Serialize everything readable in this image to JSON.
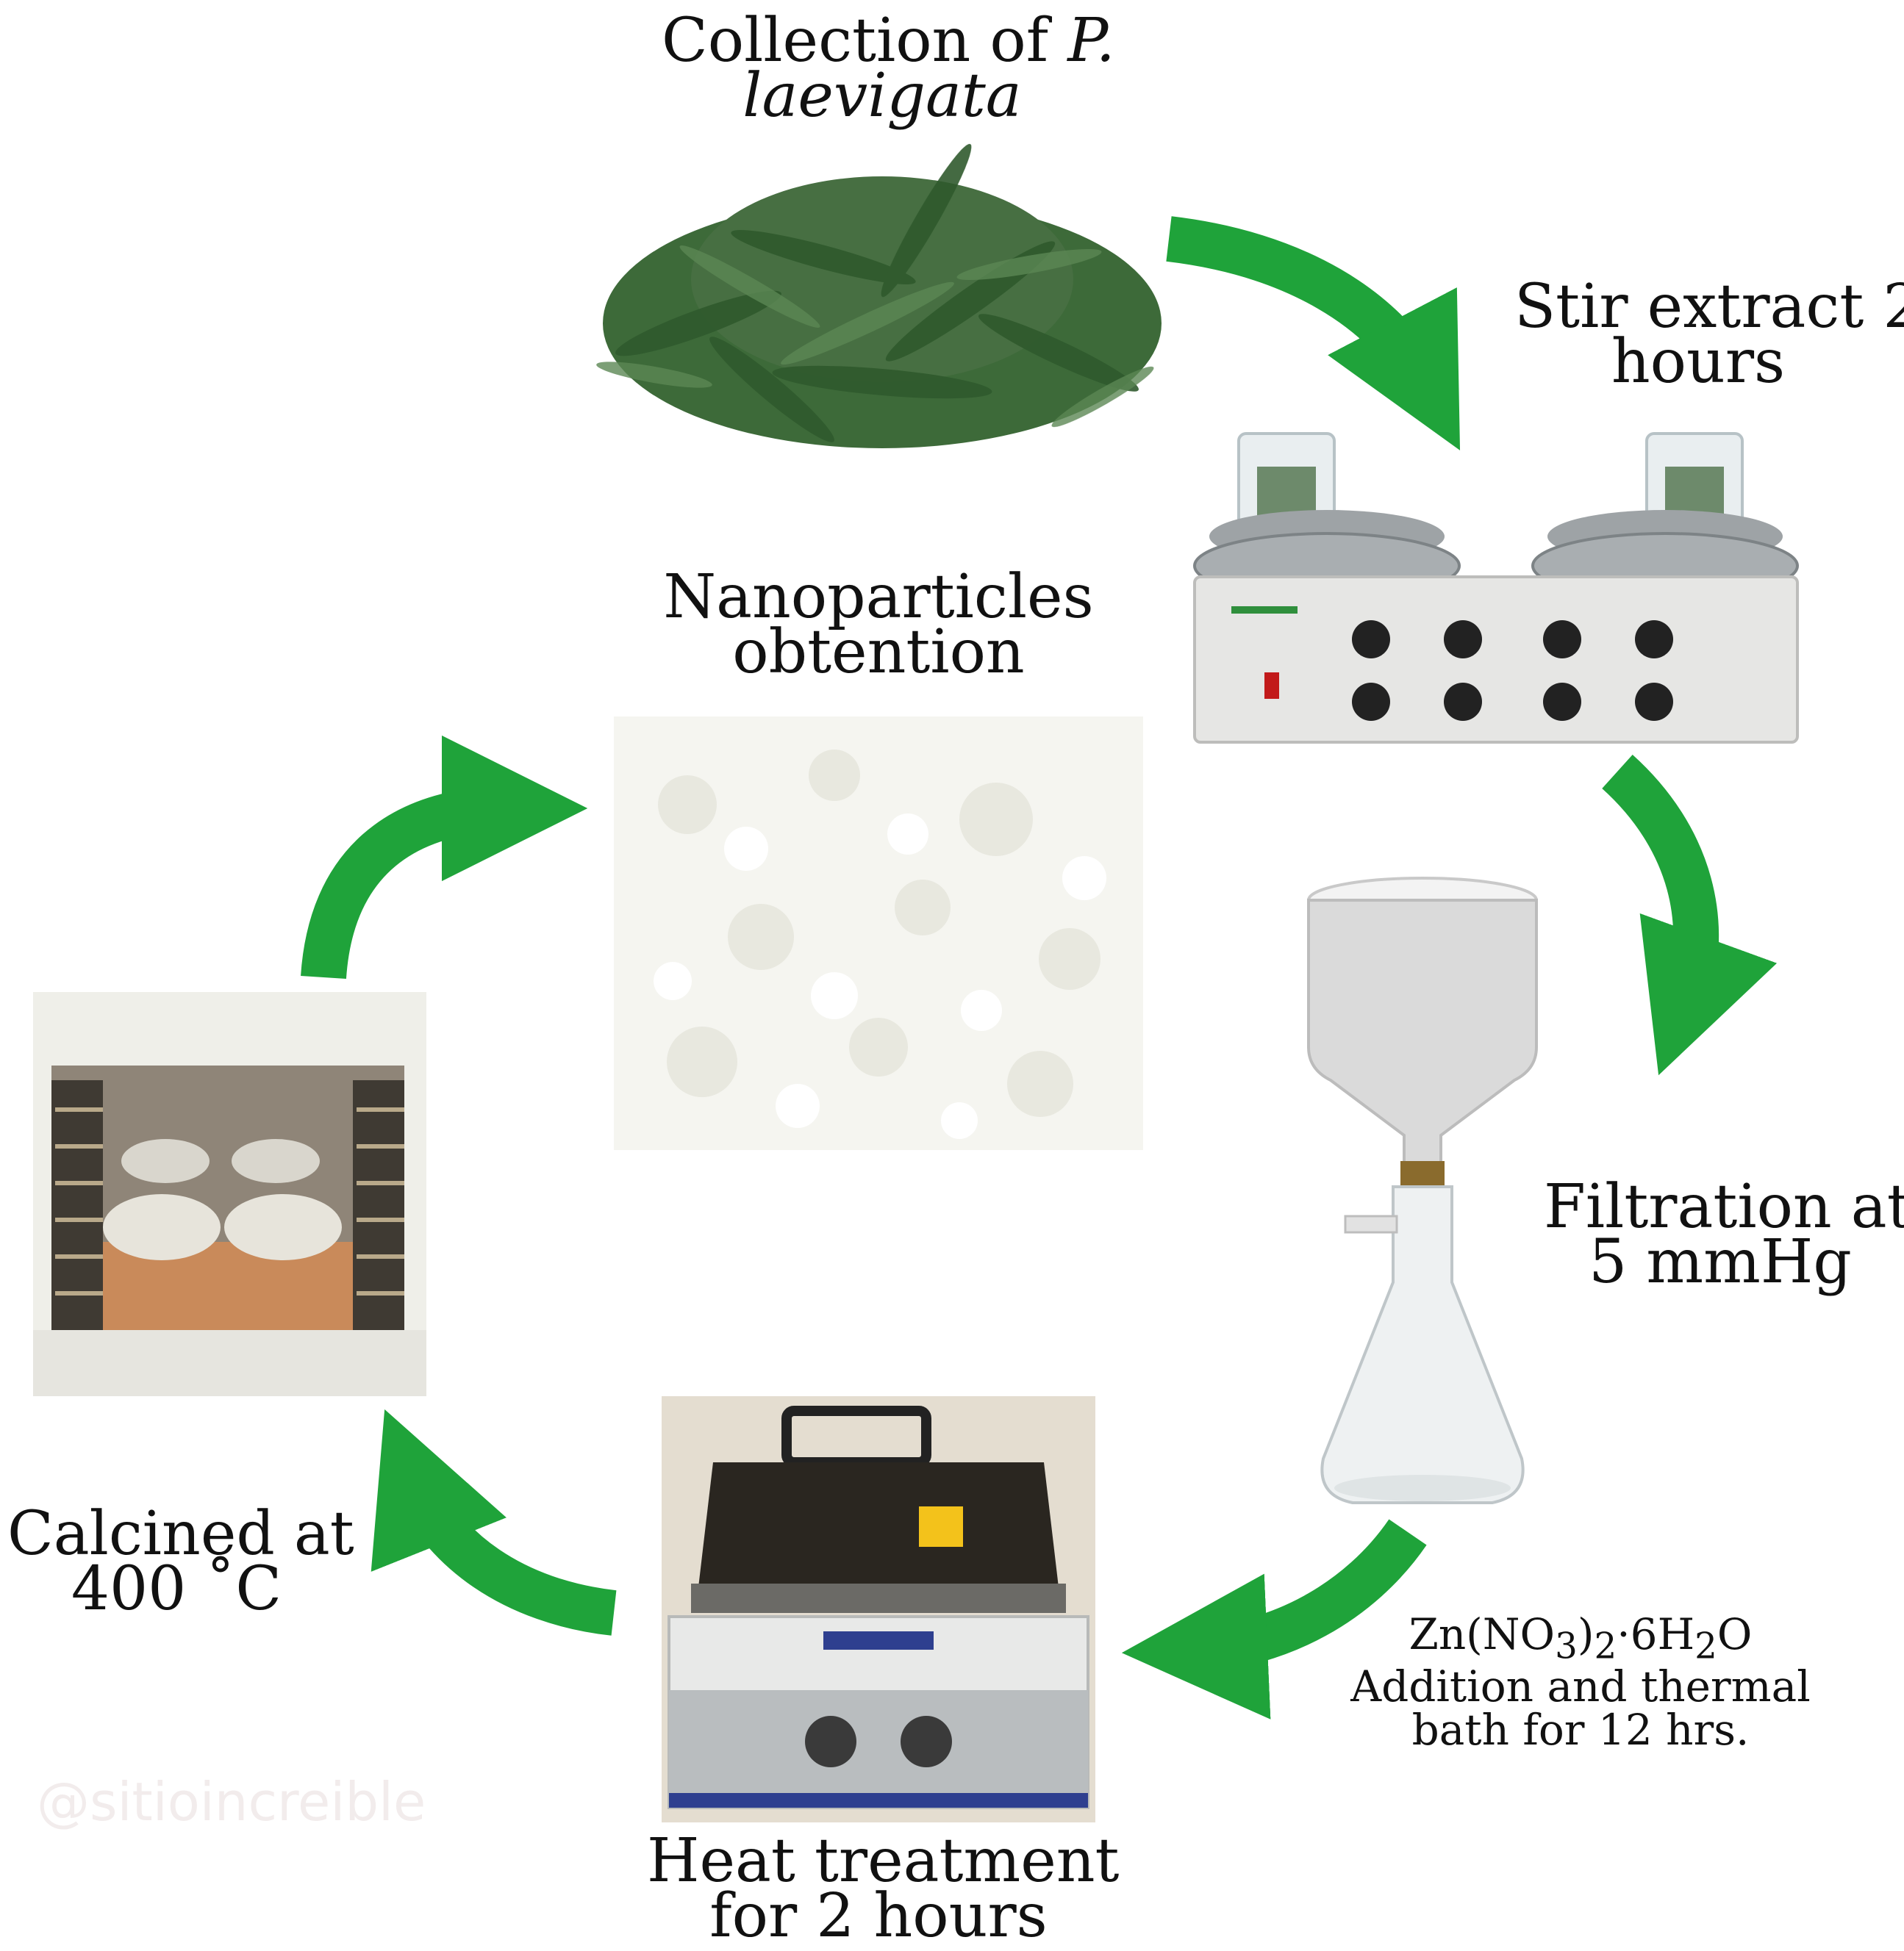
{
  "labels": {
    "collection_line1": "Collection of ",
    "collection_italic1": "P.",
    "collection_italic2": "laevigata",
    "stir_line1": "Stir extract 2",
    "stir_line2": "hours",
    "filtration_line1": "Filtration at",
    "filtration_line2": "5 mmHg",
    "zn_prefix": "Zn(NO",
    "zn_sub1": "3",
    "zn_mid1": ")",
    "zn_sub2": "2",
    "zn_mid2": "·6H",
    "zn_sub3": "2",
    "zn_suffix": "O",
    "addition_line1": "Addition and thermal",
    "addition_line2": "bath for 12 hrs.",
    "heat_line1": "Heat treatment",
    "heat_line2": "for 2 hours",
    "calcined_line1": "Calcined at",
    "calcined_line2": "400 ˚C",
    "nano_line1": "Nanoparticles",
    "nano_line2": "obtention"
  },
  "watermark": "@sitioincreible",
  "colors": {
    "arrow": "#1fa33a",
    "leaf": "#3e6b3a",
    "powder": "#f4f4ef"
  }
}
